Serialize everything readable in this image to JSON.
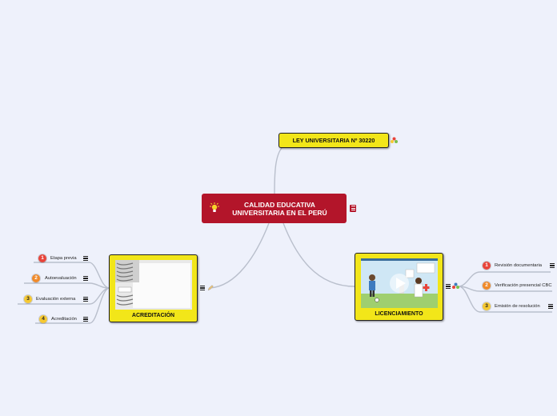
{
  "central": {
    "title_line1": "CALIDAD EDUCATIVA",
    "title_line2": "UNIVERSITARIA EN EL PERÚ"
  },
  "ley": {
    "label": "LEY UNIVERSITARIA Nº 30220"
  },
  "acreditacion": {
    "label": "ACREDITACIÓN",
    "items": [
      {
        "num": "1",
        "label": "Etapa previa"
      },
      {
        "num": "2",
        "label": "Autoevaluación"
      },
      {
        "num": "3",
        "label": "Evaluación externa"
      },
      {
        "num": "4",
        "label": "Acreditación"
      }
    ]
  },
  "licenciamiento": {
    "label": "LICENCIAMIENTO",
    "items": [
      {
        "num": "1",
        "label": "Revisión documentaria"
      },
      {
        "num": "2",
        "label": "Verificación presencial CBC"
      },
      {
        "num": "3",
        "label": "Emisión de resolución"
      }
    ]
  },
  "colors": {
    "central": "#b3152a",
    "node": "#f2e619",
    "background": "#eef1fb",
    "link": "#b9bfcc"
  }
}
